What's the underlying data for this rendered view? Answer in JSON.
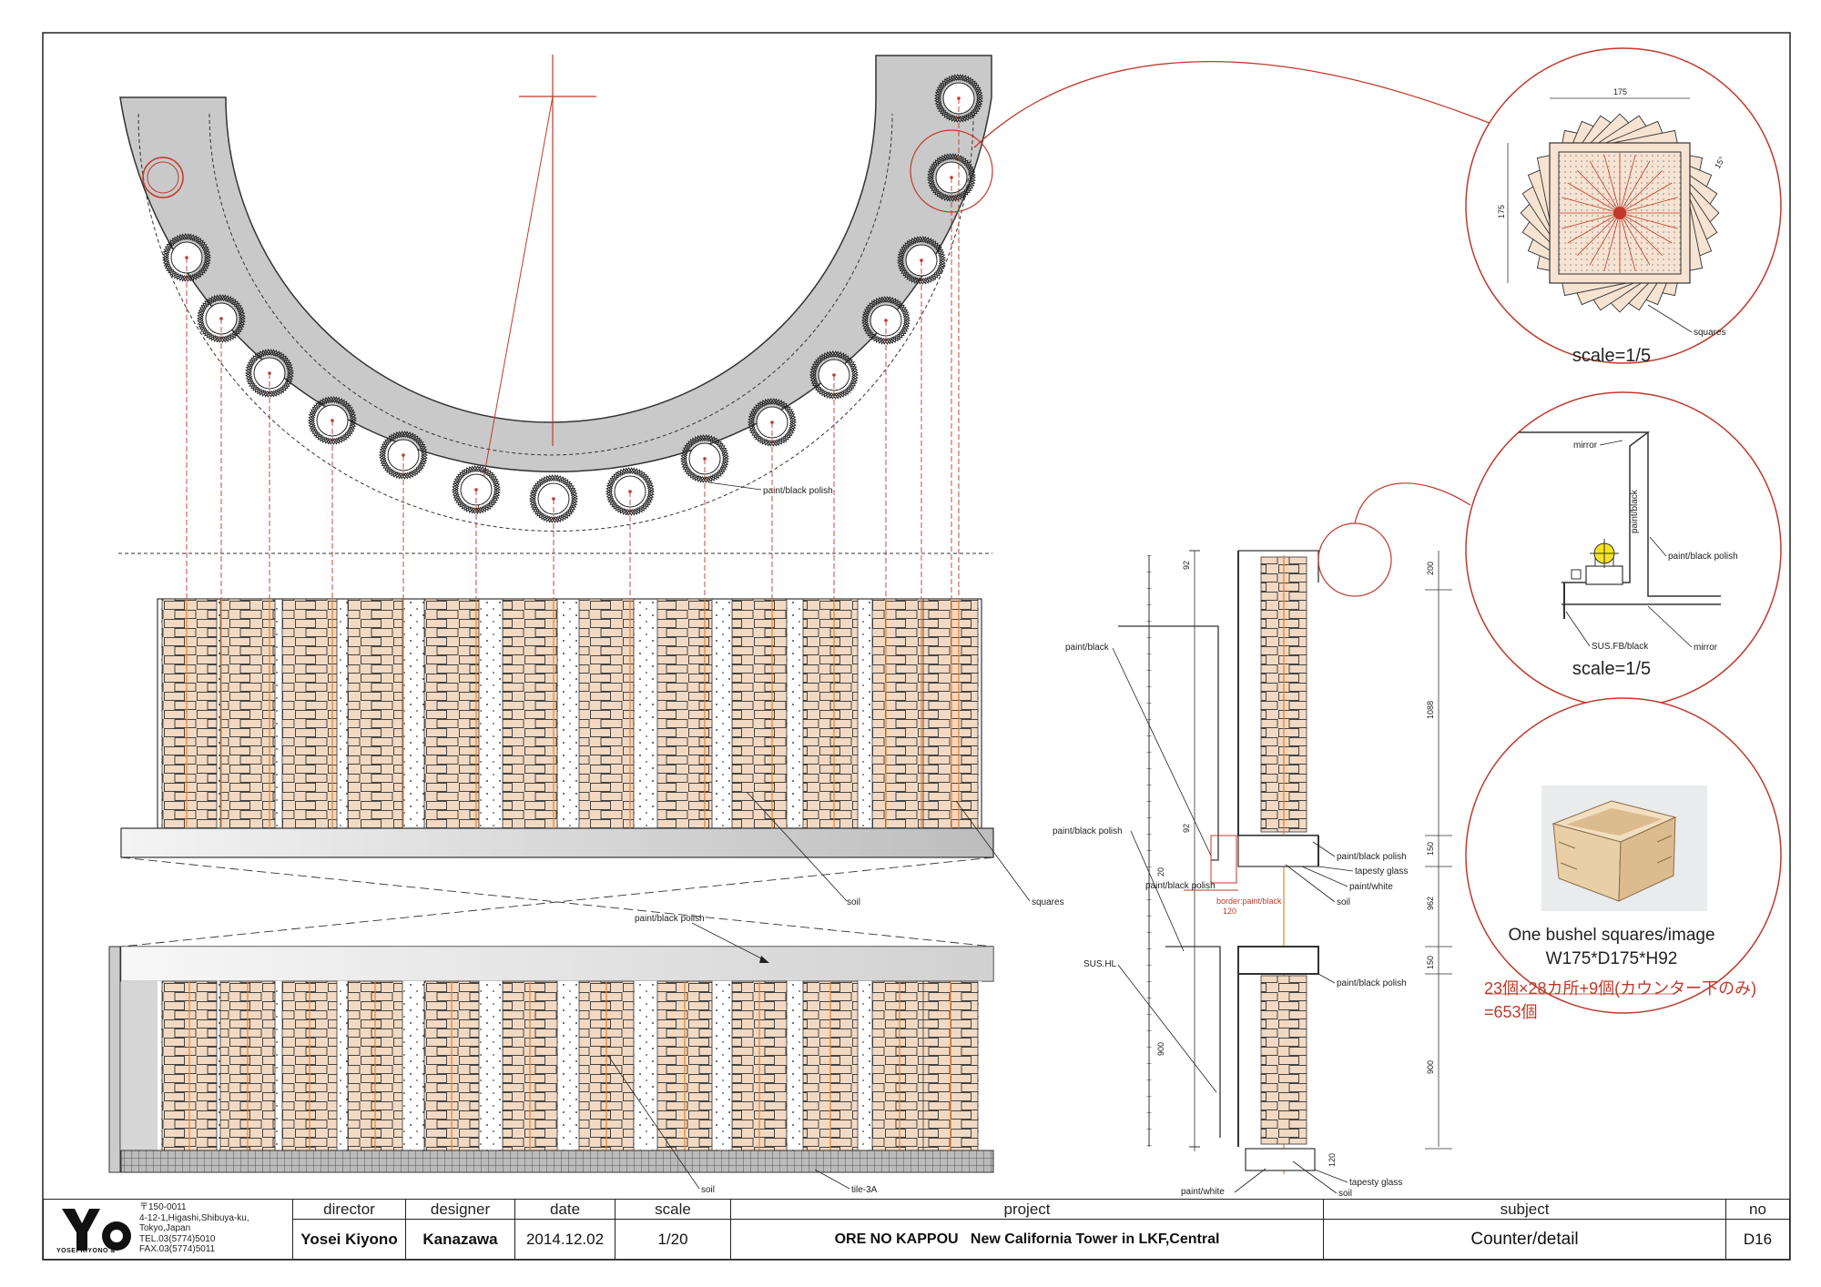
{
  "labels": {
    "paint_black_polish": "paint/black polish",
    "soil": "soil",
    "squares": "squares",
    "tile": "tile-3A",
    "paint_black": "paint/black",
    "paint_white": "paint/white",
    "tapesty_glass": "tapesty glass",
    "sus_hl": "SUS.HL",
    "mirror": "mirror",
    "sus_fb": "SUS.FB/black",
    "border_paint": "border:paint/black"
  },
  "details": {
    "scale1": "scale=1/5",
    "scale2": "scale=1/5",
    "caption1": "One bushel squares/image",
    "caption2": "W175*D175*H92",
    "note1": "23個×28カ所+9個(カウンター下のみ)",
    "note2": "=653個"
  },
  "dims": {
    "d175a": "175",
    "d175b": "175",
    "angle": "15°",
    "d92a": "92",
    "d200": "200",
    "d1088": "1088",
    "d150a": "150",
    "d962": "962",
    "d20": "20",
    "d120a": "120",
    "d150b": "150",
    "d900a": "900",
    "d900b": "900",
    "d120b": "120",
    "d92b": "92"
  },
  "title_block": {
    "logo_text": "Yo",
    "logo_sub": "YOSEI KIYONO &",
    "address": "〒150-0011\n4-12-1,Higashi,Shibuya-ku,\nTokyo,Japan\nTEL.03(5774)5010\nFAX.03(5774)5011",
    "director_h": "director",
    "director": "Yosei Kiyono",
    "designer_h": "designer",
    "designer": "Kanazawa",
    "date_h": "date",
    "date": "2014.12.02",
    "scale_h": "scale",
    "scale": "1/20",
    "project_h": "project",
    "project": "ORE NO KAPPOU   New California Tower in LKF,Central",
    "subject_h": "subject",
    "subject": "Counter/detail",
    "no_h": "no",
    "no": "D16"
  },
  "colors": {
    "line": "#222222",
    "red": "#c0392b",
    "orange": "#e8822a",
    "wood": "#f1d7bf",
    "grey": "#c8c8c8"
  }
}
